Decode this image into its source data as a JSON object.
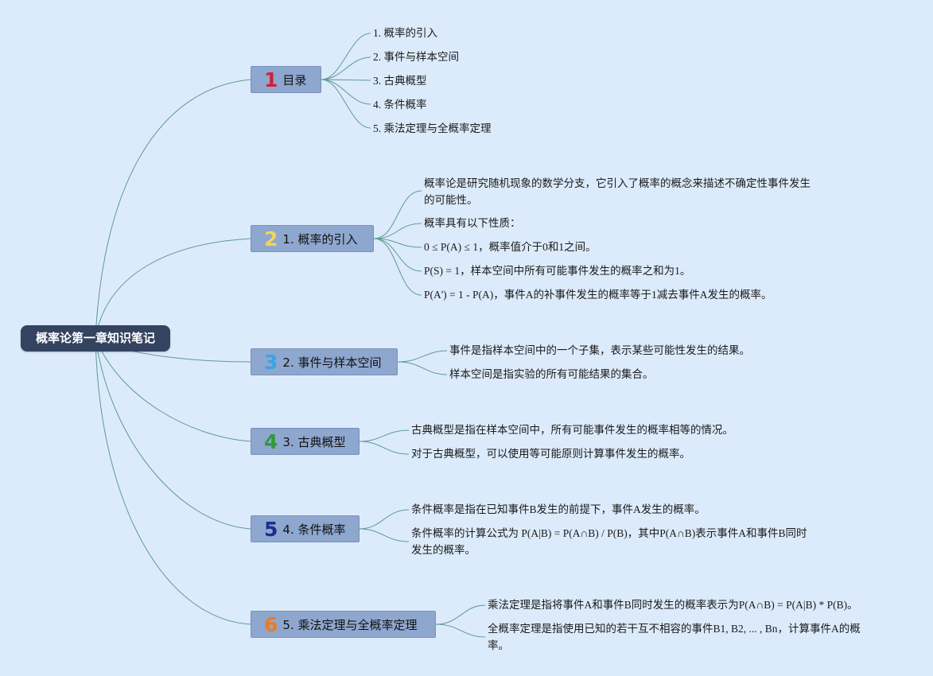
{
  "root": {
    "label": "概率论第一章知识笔记"
  },
  "topics": [
    {
      "badge": "1",
      "badge_color": "#d0223a",
      "label": "目录",
      "items": [
        "1. 概率的引入",
        "2. 事件与样本空间",
        "3. 古典概型",
        "4. 条件概率",
        "5. 乘法定理与全概率定理"
      ]
    },
    {
      "badge": "2",
      "badge_color": "#f2d35a",
      "label": "1. 概率的引入",
      "items": [
        "概率论是研究随机现象的数学分支，它引入了概率的概念来描述不确定性事件发生的可能性。",
        "概率具有以下性质：",
        "0 ≤ P(A) ≤ 1，概率值介于0和1之间。",
        "P(S) = 1，样本空间中所有可能事件发生的概率之和为1。",
        "P(A') = 1 - P(A)，事件A的补事件发生的概率等于1减去事件A发生的概率。"
      ]
    },
    {
      "badge": "3",
      "badge_color": "#3aa3e0",
      "label": "2. 事件与样本空间",
      "items": [
        "事件是指样本空间中的一个子集，表示某些可能性发生的结果。",
        "样本空间是指实验的所有可能结果的集合。"
      ]
    },
    {
      "badge": "4",
      "badge_color": "#2f9a3a",
      "label": "3. 古典概型",
      "items": [
        "古典概型是指在样本空间中，所有可能事件发生的概率相等的情况。",
        "对于古典概型，可以使用等可能原则计算事件发生的概率。"
      ]
    },
    {
      "badge": "5",
      "badge_color": "#1b2f8a",
      "label": "4. 条件概率",
      "items": [
        "条件概率是指在已知事件B发生的前提下，事件A发生的概率。",
        "条件概率的计算公式为 P(A|B) = P(A∩B) / P(B)，其中P(A∩B)表示事件A和事件B同时发生的概率。"
      ]
    },
    {
      "badge": "6",
      "badge_color": "#ee7a22",
      "label": "5. 乘法定理与全概率定理",
      "items": [
        "乘法定理是指将事件A和事件B同时发生的概率表示为P(A∩B) = P(A|B) * P(B)。",
        "全概率定理是指使用已知的若干互不相容的事件B1, B2, ... , Bn，计算事件A的概率。"
      ]
    }
  ],
  "colors": {
    "background": "#dcebfb",
    "line": "#5f9a98",
    "root_bg": "#34435f",
    "topic_bg": "#8ea7cf"
  }
}
